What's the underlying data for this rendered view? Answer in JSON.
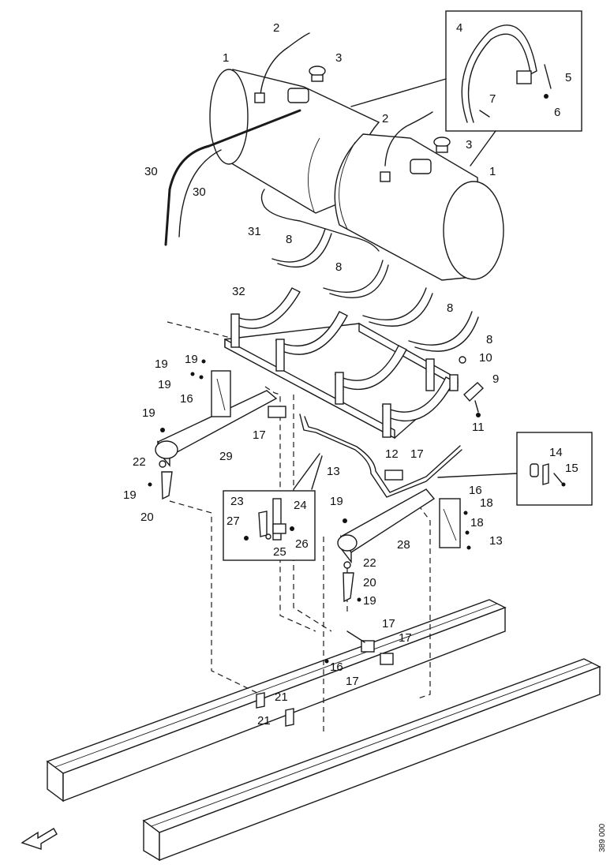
{
  "callouts": [
    "1",
    "2",
    "3",
    "4",
    "5",
    "6",
    "7",
    "1",
    "2",
    "3",
    "30",
    "30",
    "31",
    "8",
    "8",
    "32",
    "8",
    "8",
    "10",
    "9",
    "11",
    "19",
    "19",
    "19",
    "16",
    "19",
    "17",
    "29",
    "12",
    "17",
    "13",
    "22",
    "19",
    "20",
    "23",
    "24",
    "27",
    "26",
    "25",
    "19",
    "28",
    "14",
    "15",
    "16",
    "18",
    "18",
    "13",
    "22",
    "20",
    "19",
    "17",
    "17",
    "16",
    "17",
    "21",
    "21"
  ],
  "figure_code": "389 000"
}
